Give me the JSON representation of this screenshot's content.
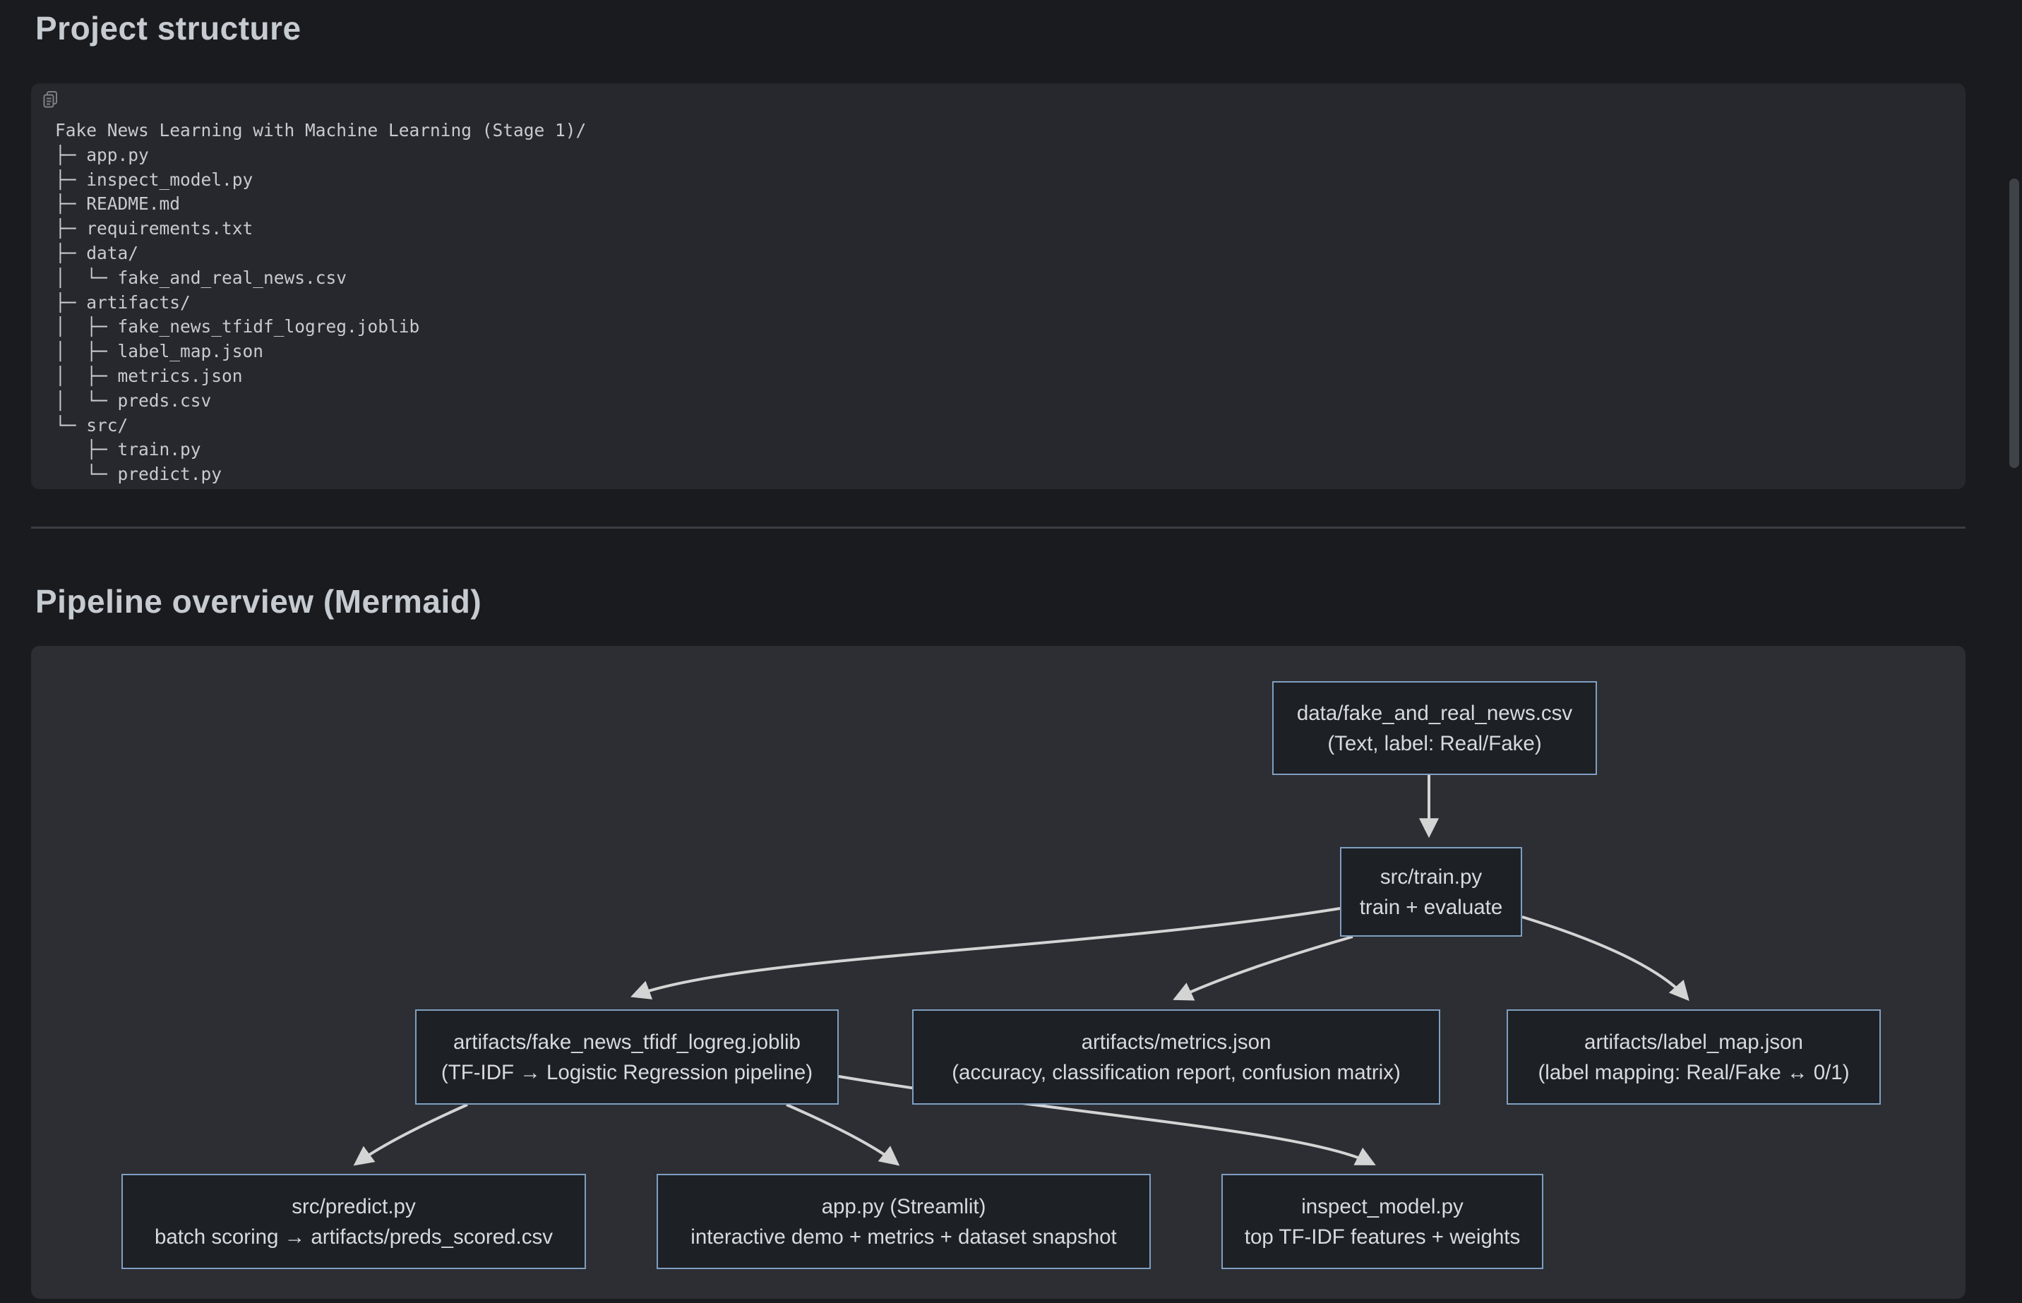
{
  "headings": {
    "section1": "Project structure",
    "section2": "Pipeline overview (Mermaid)"
  },
  "project_tree": {
    "text": "Fake News Learning with Machine Learning (Stage 1)/\n├─ app.py\n├─ inspect_model.py\n├─ README.md\n├─ requirements.txt\n├─ data/\n│  └─ fake_and_real_news.csv\n├─ artifacts/\n│  ├─ fake_news_tfidf_logreg.joblib\n│  ├─ label_map.json\n│  ├─ metrics.json\n│  └─ preds.csv\n└─ src/\n   ├─ train.py\n   └─ predict.py"
  },
  "diagram": {
    "type": "flowchart",
    "nodes": {
      "csv": {
        "line1": "data/fake_and_real_news.csv",
        "line2": "(Text, label: Real/Fake)"
      },
      "train": {
        "line1": "src/train.py",
        "line2": "train + evaluate"
      },
      "joblib": {
        "line1": "artifacts/fake_news_tfidf_logreg.joblib",
        "line2": "(TF-IDF → Logistic Regression pipeline)"
      },
      "metrics": {
        "line1": "artifacts/metrics.json",
        "line2": "(accuracy, classification report, confusion matrix)"
      },
      "labelmap": {
        "line1": "artifacts/label_map.json",
        "line2": "(label mapping: Real/Fake ↔ 0/1)"
      },
      "predict": {
        "line1": "src/predict.py",
        "line2": "batch scoring → artifacts/preds_scored.csv"
      },
      "app": {
        "line1": "app.py (Streamlit)",
        "line2": "interactive demo + metrics + dataset snapshot"
      },
      "inspect": {
        "line1": "inspect_model.py",
        "line2": "top TF-IDF features + weights"
      }
    },
    "edges": [
      {
        "from": "csv",
        "to": "train"
      },
      {
        "from": "train",
        "to": "joblib"
      },
      {
        "from": "train",
        "to": "metrics"
      },
      {
        "from": "train",
        "to": "labelmap"
      },
      {
        "from": "joblib",
        "to": "predict"
      },
      {
        "from": "joblib",
        "to": "app"
      },
      {
        "from": "joblib",
        "to": "inspect"
      }
    ],
    "colors": {
      "node_border": "#7f9fc2",
      "node_fill": "#1d2025",
      "edge": "#d4d4d4",
      "canvas": "#2c2e33"
    }
  }
}
